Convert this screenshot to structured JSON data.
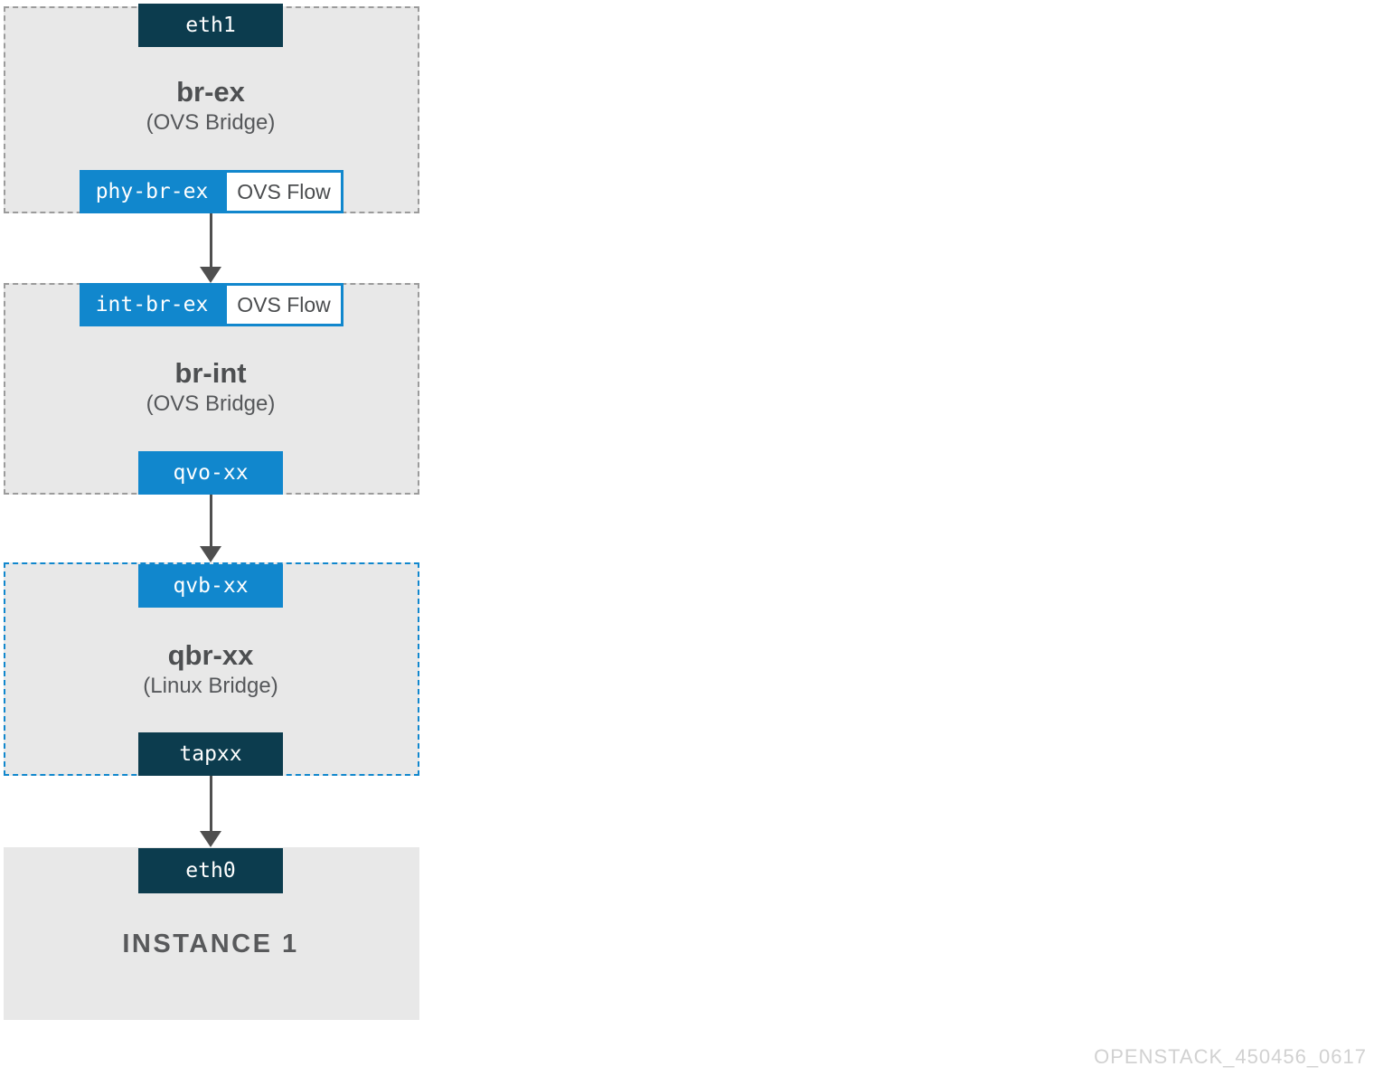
{
  "diagram": {
    "watermark": "OPENSTACK_450456_0617",
    "colors": {
      "port_dark": "#0c3c4e",
      "port_blue": "#1187cd",
      "node_fill": "#e8e8e8",
      "gray_dashed_border": "#9b9b9b",
      "blue_dashed_border": "#1187cd",
      "title_text": "#4d4f51",
      "arrow": "#4f4f4f",
      "watermark_text": "#d1d1d1"
    },
    "nodes": [
      {
        "id": "br-ex",
        "title": "br-ex",
        "subtitle": "(OVS Bridge)",
        "border": "gray-dashed",
        "top_port": {
          "label": "eth1",
          "style": "dark"
        },
        "bottom_port": {
          "label": "phy-br-ex",
          "style": "blue",
          "tag": "OVS Flow"
        }
      },
      {
        "id": "br-int",
        "title": "br-int",
        "subtitle": "(OVS Bridge)",
        "border": "gray-dashed",
        "top_port": {
          "label": "int-br-ex",
          "style": "blue",
          "tag": "OVS Flow"
        },
        "bottom_port": {
          "label": "qvo-xx",
          "style": "blue"
        }
      },
      {
        "id": "qbr-xx",
        "title": "qbr-xx",
        "subtitle": "(Linux Bridge)",
        "border": "blue-dashed",
        "top_port": {
          "label": "qvb-xx",
          "style": "blue"
        },
        "bottom_port": {
          "label": "tapxx",
          "style": "dark"
        }
      },
      {
        "id": "instance-1",
        "title": "INSTANCE 1",
        "border": "none",
        "top_port": {
          "label": "eth0",
          "style": "dark"
        }
      }
    ]
  }
}
